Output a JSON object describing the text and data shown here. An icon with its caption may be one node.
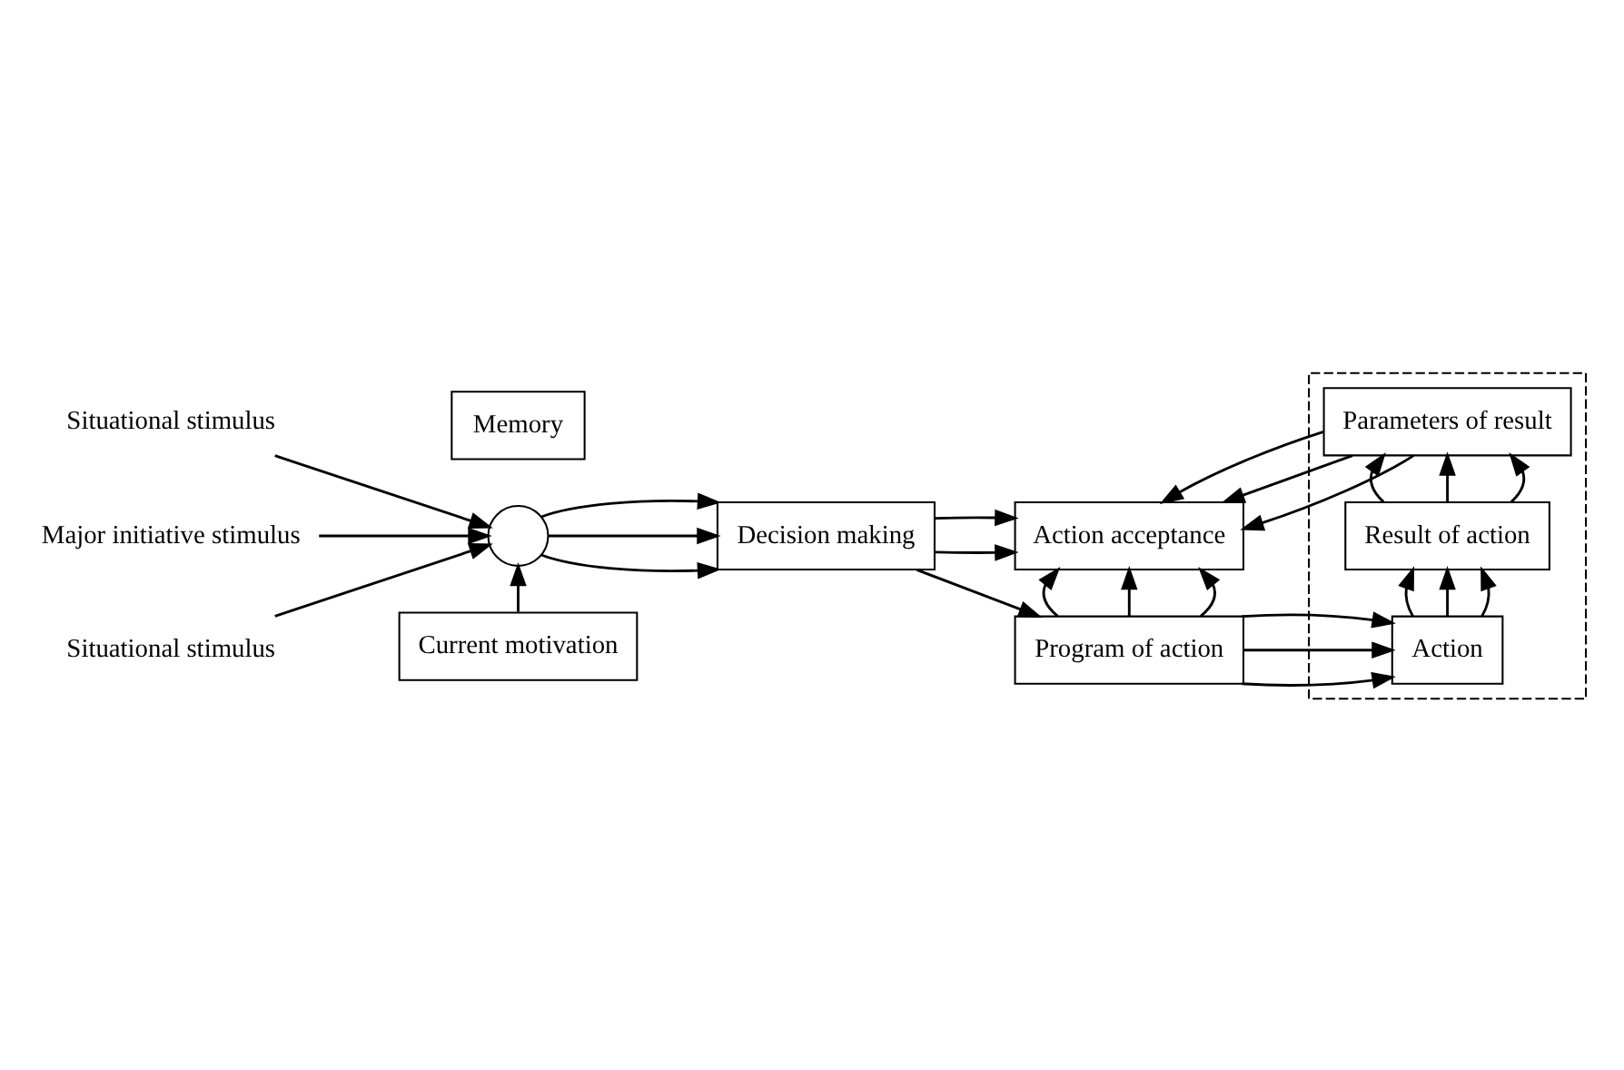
{
  "diagram": {
    "nodes": [
      {
        "text": [
          "Situational stimulus"
        ]
      },
      {
        "text": [
          "Major initiative stimulus"
        ]
      },
      {
        "text": [
          "Situational stimulus"
        ]
      },
      {
        "text": [
          "Memory"
        ]
      },
      {
        "text": [],
        "shape": "circle"
      },
      {
        "text": [
          "Current motivation"
        ]
      },
      {
        "text": [
          "Decision making"
        ]
      },
      {
        "text": [
          "Action acceptance"
        ]
      },
      {
        "text": [
          "Program of action"
        ]
      },
      {
        "text": [],
        "shape": "box"
      },
      {
        "text": [
          "Parameters of result"
        ],
        "in": 9
      },
      {
        "text": [
          "Result of action"
        ],
        "in": 9
      },
      {
        "text": [
          "Action"
        ],
        "in": 9
      }
    ],
    "edges": [
      {
        "from": 0,
        "to": 4,
        "arrow": "to"
      },
      {
        "from": 1,
        "to": 4,
        "arrow": "to"
      },
      {
        "from": 2,
        "to": 4,
        "arrow": "to"
      },
      {
        "from": 5,
        "to": 4,
        "arrow": "to"
      },
      {
        "from": 4,
        "to": 6,
        "arrow": "to"
      },
      {
        "from": 4,
        "to": 6,
        "arrow": "to"
      },
      {
        "from": 4,
        "to": 6,
        "arrow": "to"
      },
      {
        "from": 6,
        "to": 7,
        "arrow": "to"
      },
      {
        "from": 6,
        "to": 7,
        "arrow": "to"
      },
      {
        "from": 6,
        "to": 8,
        "arrow": "to"
      },
      {
        "from": 8,
        "to": 7,
        "arrow": "to"
      },
      {
        "from": 8,
        "to": 7,
        "arrow": "to"
      },
      {
        "from": 8,
        "to": 7,
        "arrow": "to"
      },
      {
        "from": 8,
        "to": 12,
        "arrow": "to"
      },
      {
        "from": 8,
        "to": 12,
        "arrow": "to"
      },
      {
        "from": 8,
        "to": 12,
        "arrow": "to"
      },
      {
        "from": 12,
        "to": 11,
        "arrow": "to"
      },
      {
        "from": 12,
        "to": 11,
        "arrow": "to"
      },
      {
        "from": 12,
        "to": 11,
        "arrow": "to"
      },
      {
        "from": 11,
        "to": 10,
        "arrow": "to"
      },
      {
        "from": 11,
        "to": 10,
        "arrow": "to"
      },
      {
        "from": 11,
        "to": 10,
        "arrow": "to"
      },
      {
        "from": 10,
        "to": 7,
        "arrow": "to"
      },
      {
        "from": 10,
        "to": 7,
        "arrow": "to"
      },
      {
        "from": 10,
        "to": 7,
        "arrow": "to"
      }
    ]
  }
}
